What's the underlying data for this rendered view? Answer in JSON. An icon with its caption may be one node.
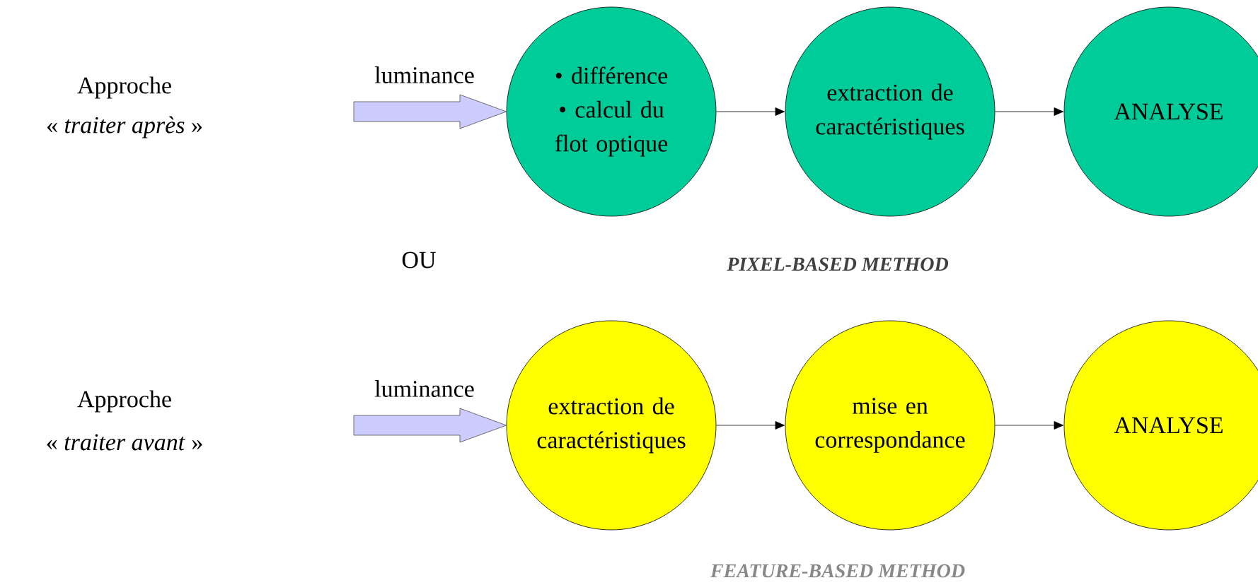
{
  "diagram": {
    "nodes": [
      {
        "text": [
          "• différence",
          "• calcul du flot optique"
        ]
      },
      {
        "text": [
          "extraction de caractéristiques"
        ]
      },
      {
        "text": [
          "ANALYSE"
        ]
      },
      {
        "text": [
          "extraction de caractéristiques"
        ]
      },
      {
        "text": [
          "mise en correspondance"
        ]
      },
      {
        "text": [
          "ANALYSE"
        ]
      }
    ],
    "edges": [
      {
        "from": null,
        "to": 0,
        "arrow": "to",
        "label": "luminance"
      },
      {
        "from": 0,
        "to": 1,
        "arrow": "to"
      },
      {
        "from": 1,
        "to": 2,
        "arrow": "to"
      },
      {
        "from": null,
        "to": 3,
        "arrow": "to",
        "label": "luminance"
      },
      {
        "from": 3,
        "to": 4,
        "arrow": "to"
      },
      {
        "from": 4,
        "to": 5,
        "arrow": "to"
      }
    ],
    "labels": [
      "Approche",
      "« *traiter après* »",
      "OU",
      "PIXEL-BASED METHOD",
      "Approche",
      "« *traiter avant* »",
      "FEATURE-BASED METHOD"
    ]
  }
}
